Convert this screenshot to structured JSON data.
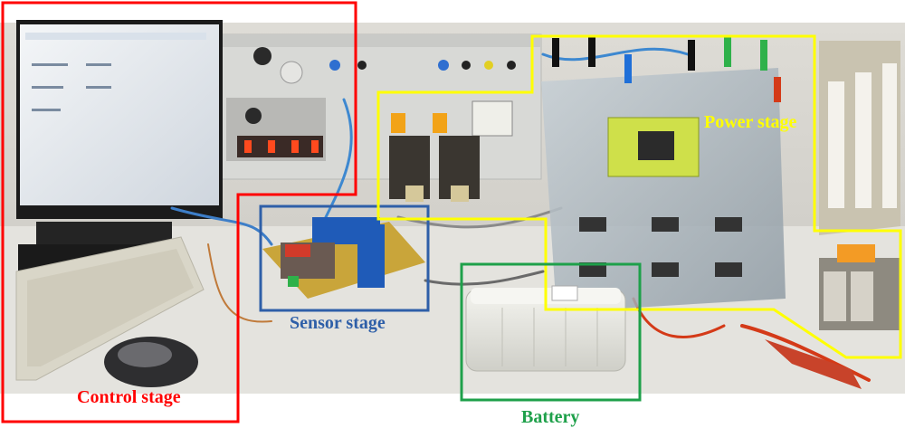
{
  "labels": {
    "control_stage": "Control stage",
    "sensor_stage": "Sensor stage",
    "power_stage": "Power stage",
    "battery": "Battery"
  },
  "colors": {
    "control_stage": "#ff0000",
    "sensor_stage": "#2e5fa8",
    "power_stage": "#ffff00",
    "battery": "#1ea04a",
    "photo_background": "#e9e7e2"
  }
}
